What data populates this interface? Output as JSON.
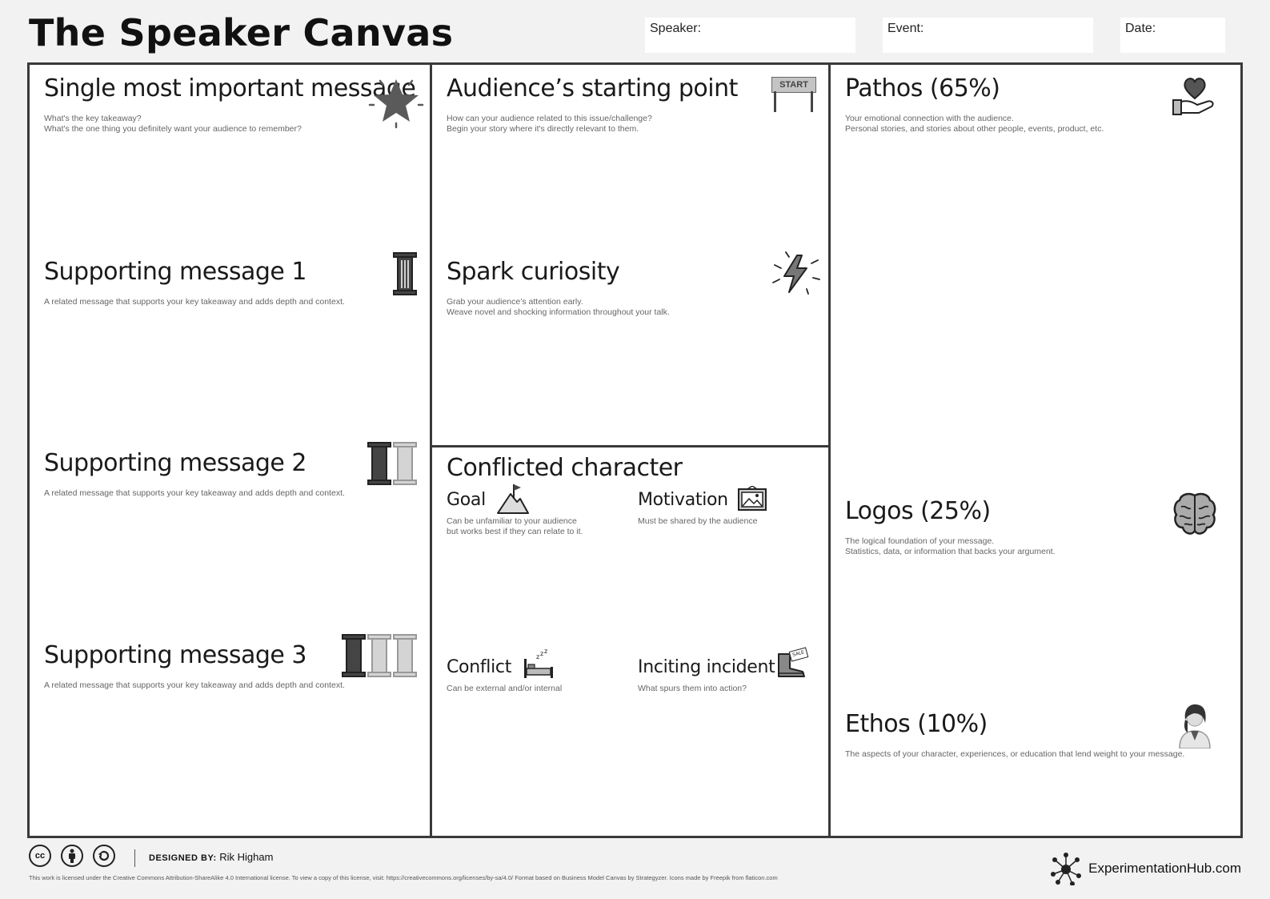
{
  "title": "The Speaker Canvas",
  "fields": {
    "speaker": "Speaker:",
    "event": "Event:",
    "date": "Date:"
  },
  "col1": {
    "main": {
      "title": "Single most important message",
      "lines": [
        "What's the key takeaway?",
        "What's the one thing you definitely want your audience to remember?"
      ]
    },
    "s1": {
      "title": "Supporting message 1",
      "line": "A related message that supports your key takeaway and adds depth and context."
    },
    "s2": {
      "title": "Supporting message 2",
      "line": "A related message that supports your key takeaway and adds depth and context."
    },
    "s3": {
      "title": "Supporting message 3",
      "line": "A related message that supports your key takeaway and adds depth and context."
    }
  },
  "col2": {
    "audience": {
      "title": "Audience’s starting point",
      "lines": [
        "How can your audience related to this issue/challenge?",
        "Begin your story where it's directly relevant to them."
      ],
      "sign": "START"
    },
    "spark": {
      "title": "Spark curiosity",
      "lines": [
        "Grab your audience’s attention early.",
        "Weave novel and shocking information throughout your talk."
      ]
    },
    "conflicted": {
      "title": "Conflicted character"
    },
    "goal": {
      "title": "Goal",
      "lines": [
        "Can be unfamiliar to your audience",
        "but works best if they can relate to it."
      ]
    },
    "motivation": {
      "title": "Motivation",
      "line": "Must be shared by the audience"
    },
    "conflict": {
      "title": "Conflict",
      "line": "Can be external and/or internal"
    },
    "inciting": {
      "title": "Inciting incident",
      "line": "What spurs them into action?",
      "tag": "SALE"
    }
  },
  "col3": {
    "pathos": {
      "title": "Pathos (65%)",
      "lines": [
        "Your emotional connection with the audience.",
        "Personal stories, and stories about other people, events, product, etc."
      ]
    },
    "logos": {
      "title": "Logos (25%)",
      "lines": [
        "The logical foundation of your message.",
        "Statistics, data, or information that backs your argument."
      ]
    },
    "ethos": {
      "title": "Ethos (10%)",
      "line": "The aspects of your character, experiences, or education that lend weight to your message."
    }
  },
  "footer": {
    "cc": "cc",
    "designed_label": "DESIGNED BY:",
    "designer": "Rik Higham",
    "license": "This work is licensed under the Creative Commons Attribution-ShareAlike 4.0 International license. To view a copy of this license, visit: https://creativecommons.org/licenses/by-sa/4.0/ Format based on Business Model Canvas by Strategyzer. Icons made by Freepik from flaticon.com",
    "brand": "ExperimentationHub.com"
  },
  "colors": {
    "border": "#3a3a3a",
    "icon_dark": "#3c3c3c",
    "icon_light": "#c8c8c8",
    "subtext": "#666666"
  },
  "icons": [
    "star-icon",
    "pillar-icon",
    "start-sign-icon",
    "lightning-icon",
    "mountain-flag-icon",
    "picture-icon",
    "bed-icon",
    "boot-icon",
    "heart-hand-icon",
    "brain-icon",
    "person-icon",
    "cc-icon",
    "by-icon",
    "sa-icon",
    "network-icon"
  ]
}
